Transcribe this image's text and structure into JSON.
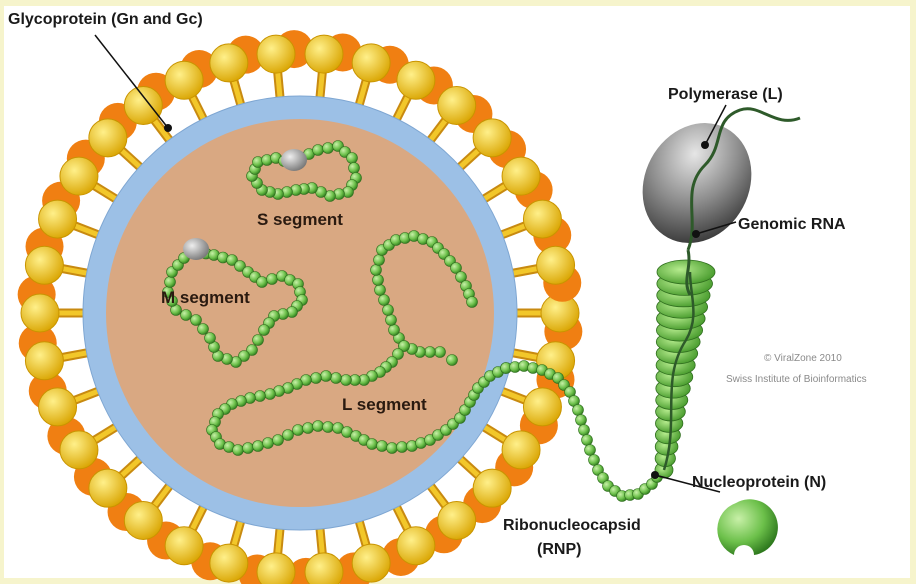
{
  "labels": {
    "glycoprotein": "Glycoprotein (Gn and Gc)",
    "polymerase": "Polymerase (L)",
    "genomic_rna": "Genomic RNA",
    "s_segment": "S segment",
    "m_segment": "M segment",
    "l_segment": "L segment",
    "nucleoprotein": "Nucleoprotein (N)",
    "ribonucleocapsid": "Ribonucleocapsid",
    "rnp": "(RNP)"
  },
  "credit": {
    "line1": "© ViralZone 2010",
    "line2": "Swiss Institute of Bioinformatics"
  },
  "colors": {
    "background_frame": "#f5f3c8",
    "core": "#d9a882",
    "membrane": "#9cc0e6",
    "glycoprotein_head": "#f0c419",
    "glycoprotein_back": "#f07f12",
    "nucleoprotein_bead": "#6dc04a",
    "polymerase": "#8c8c8c"
  }
}
